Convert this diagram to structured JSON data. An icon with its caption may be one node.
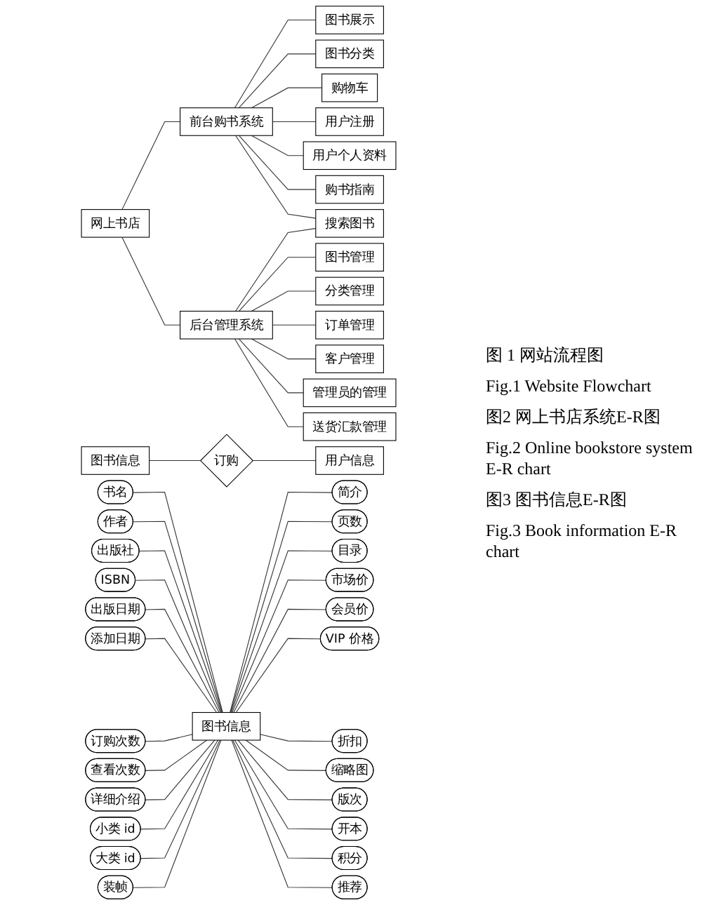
{
  "diagram": {
    "nodes": [
      {
        "text": [
          "网上书店"
        ]
      },
      {
        "text": [
          "前台购书系统"
        ]
      },
      {
        "text": [
          "后台管理系统"
        ]
      },
      {
        "text": [
          "图书展示"
        ]
      },
      {
        "text": [
          "图书分类"
        ]
      },
      {
        "text": [
          "购物车"
        ]
      },
      {
        "text": [
          "用户注册"
        ]
      },
      {
        "text": [
          "用户个人资料"
        ]
      },
      {
        "text": [
          "购书指南"
        ]
      },
      {
        "text": [
          "搜索图书"
        ]
      },
      {
        "text": [
          "图书管理"
        ]
      },
      {
        "text": [
          "分类管理"
        ]
      },
      {
        "text": [
          "订单管理"
        ]
      },
      {
        "text": [
          "客户管理"
        ]
      },
      {
        "text": [
          "管理员的管理"
        ]
      },
      {
        "text": [
          "送货汇款管理"
        ]
      },
      {
        "text": [
          "图书信息"
        ]
      },
      {
        "text": [
          "订购"
        ]
      },
      {
        "text": [
          "用户信息"
        ]
      },
      {
        "text": [
          "书名"
        ]
      },
      {
        "text": [
          "作者"
        ]
      },
      {
        "text": [
          "出版社"
        ]
      },
      {
        "text": [
          "ISBN"
        ]
      },
      {
        "text": [
          "简介"
        ]
      },
      {
        "text": [
          "页数"
        ]
      },
      {
        "text": [
          "目录"
        ]
      },
      {
        "text": [
          "出版日期"
        ]
      },
      {
        "text": [
          "市场价"
        ]
      },
      {
        "text": [
          "添加日期"
        ]
      },
      {
        "text": [
          "会员价"
        ]
      },
      {
        "text": [
          "订购次数"
        ]
      },
      {
        "text": [
          "图书信息"
        ]
      },
      {
        "text": [
          "VIP 价格"
        ]
      },
      {
        "text": [
          "查看次数"
        ]
      },
      {
        "text": [
          "折扣"
        ]
      },
      {
        "text": [
          "详细介绍"
        ]
      },
      {
        "text": [
          "缩略图"
        ]
      },
      {
        "text": [
          "小类 id"
        ]
      },
      {
        "text": [
          "大类 id"
        ]
      },
      {
        "text": [
          "装帧"
        ]
      },
      {
        "text": [
          "版次"
        ]
      },
      {
        "text": [
          "开本"
        ]
      },
      {
        "text": [
          "积分"
        ]
      },
      {
        "text": [
          "推荐"
        ]
      }
    ],
    "edges": [
      {
        "from": 0,
        "to": 1,
        "arrow": "none"
      },
      {
        "from": 0,
        "to": 2,
        "arrow": "none"
      },
      {
        "from": 1,
        "to": 3,
        "arrow": "none"
      },
      {
        "from": 1,
        "to": 4,
        "arrow": "none"
      },
      {
        "from": 1,
        "to": 5,
        "arrow": "none"
      },
      {
        "from": 1,
        "to": 6,
        "arrow": "none"
      },
      {
        "from": 1,
        "to": 7,
        "arrow": "none"
      },
      {
        "from": 1,
        "to": 8,
        "arrow": "none"
      },
      {
        "from": 1,
        "to": 9,
        "arrow": "none"
      },
      {
        "from": 2,
        "to": 9,
        "arrow": "none"
      },
      {
        "from": 2,
        "to": 10,
        "arrow": "none"
      },
      {
        "from": 2,
        "to": 11,
        "arrow": "none"
      },
      {
        "from": 2,
        "to": 12,
        "arrow": "none"
      },
      {
        "from": 2,
        "to": 13,
        "arrow": "none"
      },
      {
        "from": 2,
        "to": 14,
        "arrow": "none"
      },
      {
        "from": 2,
        "to": 15,
        "arrow": "none"
      },
      {
        "from": 16,
        "to": 17,
        "arrow": "none"
      },
      {
        "from": 17,
        "to": 18,
        "arrow": "none"
      },
      {
        "from": 19,
        "to": 31,
        "arrow": "none"
      },
      {
        "from": 20,
        "to": 31,
        "arrow": "none"
      },
      {
        "from": 21,
        "to": 31,
        "arrow": "none"
      },
      {
        "from": 22,
        "to": 31,
        "arrow": "none"
      },
      {
        "from": 31,
        "to": 23,
        "arrow": "none"
      },
      {
        "from": 31,
        "to": 24,
        "arrow": "none"
      },
      {
        "from": 31,
        "to": 25,
        "arrow": "none"
      },
      {
        "from": 26,
        "to": 31,
        "arrow": "none"
      },
      {
        "from": 31,
        "to": 27,
        "arrow": "none"
      },
      {
        "from": 28,
        "to": 31,
        "arrow": "none"
      },
      {
        "from": 31,
        "to": 29,
        "arrow": "none"
      },
      {
        "from": 30,
        "to": 31,
        "arrow": "none"
      },
      {
        "from": 31,
        "to": 32,
        "arrow": "none"
      },
      {
        "from": 33,
        "to": 31,
        "arrow": "none"
      },
      {
        "from": 31,
        "to": 34,
        "arrow": "none"
      },
      {
        "from": 35,
        "to": 31,
        "arrow": "none"
      },
      {
        "from": 31,
        "to": 36,
        "arrow": "none"
      },
      {
        "from": 37,
        "to": 31,
        "arrow": "none"
      },
      {
        "from": 38,
        "to": 31,
        "arrow": "none"
      },
      {
        "from": 39,
        "to": 31,
        "arrow": "none"
      },
      {
        "from": 31,
        "to": 40,
        "arrow": "none"
      },
      {
        "from": 31,
        "to": 41,
        "arrow": "none"
      },
      {
        "from": 31,
        "to": 42,
        "arrow": "none"
      },
      {
        "from": 31,
        "to": 43,
        "arrow": "none"
      }
    ],
    "labels": [
      "图 1 网站流程图",
      "Fig.1 Website Flowchart",
      "图2 网上书店系统E-R图",
      "Fig.2 Online bookstore system E-R chart",
      "图3 图书信息E-R图",
      "Fig.3 Book information E-R chart"
    ]
  }
}
